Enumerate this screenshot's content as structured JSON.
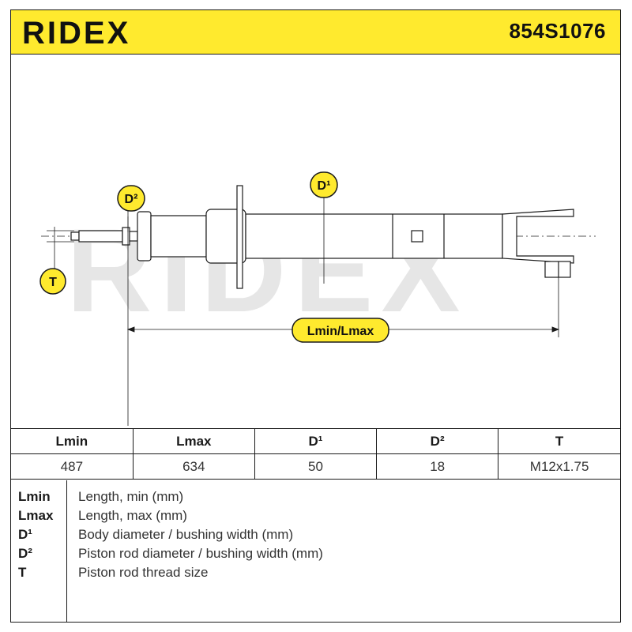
{
  "brand": "RIDEX",
  "part_number": "854S1076",
  "watermark": "RIDEX",
  "colors": {
    "accent": "#ffea2e",
    "ink": "#1a1a1a",
    "watermark": "#e6e6e6"
  },
  "diagram": {
    "labels": {
      "d1": "D¹",
      "d2": "D²",
      "t": "T",
      "length": "Lmin/Lmax"
    }
  },
  "table": {
    "headers": [
      "Lmin",
      "Lmax",
      "D¹",
      "D²",
      "T"
    ],
    "values": [
      "487",
      "634",
      "50",
      "18",
      "M12x1.75"
    ]
  },
  "legend": [
    {
      "key": "Lmin",
      "desc": "Length, min (mm)"
    },
    {
      "key": "Lmax",
      "desc": "Length, max (mm)"
    },
    {
      "key": "D¹",
      "desc": "Body diameter / bushing width (mm)"
    },
    {
      "key": "D²",
      "desc": "Piston rod diameter / bushing width (mm)"
    },
    {
      "key": "T",
      "desc": "Piston rod thread size"
    }
  ]
}
